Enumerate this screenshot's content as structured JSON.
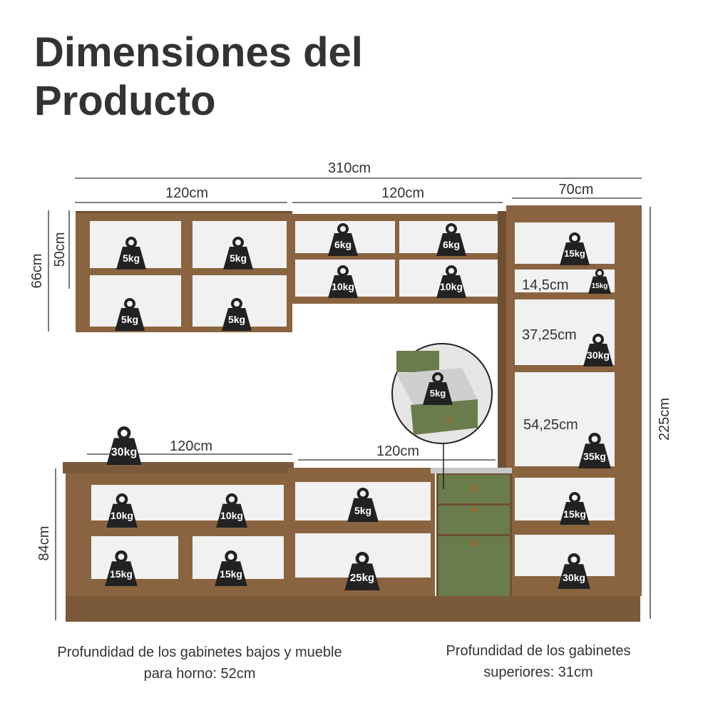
{
  "title": {
    "line1": "Dimensiones del",
    "line2": "Producto"
  },
  "dimensions": {
    "total_width": "310cm",
    "upper_left_width": "120cm",
    "upper_mid_width": "120cm",
    "tower_width": "70cm",
    "upper_height_outer": "66cm",
    "upper_height_inner": "50cm",
    "lower_left_width": "120cm",
    "lower_mid_width": "120cm",
    "lower_height": "84cm",
    "tower_height": "225cm",
    "tower_shelf_1": "14,5cm",
    "tower_shelf_2": "37,25cm",
    "tower_shelf_3": "54,25cm"
  },
  "weights": {
    "ul_1": "5kg",
    "ul_2": "5kg",
    "ul_3": "5kg",
    "ul_4": "5kg",
    "um_1": "6kg",
    "um_2": "6kg",
    "um_3": "10kg",
    "um_4": "10kg",
    "t_1": "15kg",
    "t_2": "15kg",
    "t_3": "30kg",
    "t_4": "35kg",
    "t_5": "15kg",
    "t_6": "30kg",
    "drawer": "5kg",
    "countertop": "30kg",
    "ll_1": "10kg",
    "ll_2": "10kg",
    "ll_3": "15kg",
    "ll_4": "15kg",
    "lm_1": "5kg",
    "lm_2": "25kg"
  },
  "notes": {
    "lower_depth": "Profundidad de los gabinetes bajos y mueble para horno: 52cm",
    "upper_depth": "Profundidad de los gabinetes superiores: 31cm"
  },
  "colors": {
    "wood": "#8a6440",
    "wood_dark": "#6e4f31",
    "interior": "#f1f1f1",
    "green": "#6b7c4c",
    "weight": "#222222"
  }
}
